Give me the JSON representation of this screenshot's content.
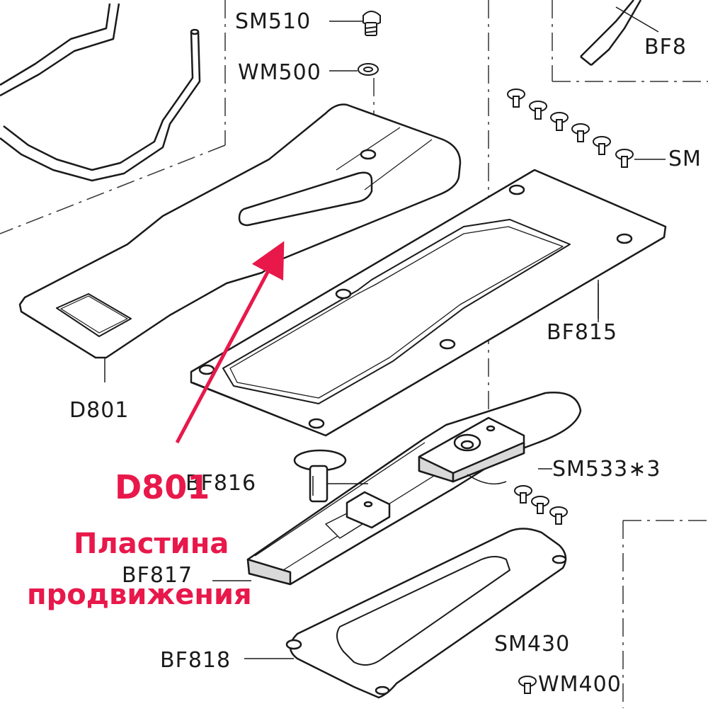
{
  "labels": {
    "sm510": "SM510",
    "wm500": "WM500",
    "bf8": "BF8",
    "sm": "SM",
    "bf815": "BF815",
    "d801": "D801",
    "bf816": "BF816",
    "sm533": "SM533∗3",
    "bf817": "BF817",
    "bf818": "BF818",
    "sm430": "SM430",
    "wm400": "WM400"
  },
  "annotation": {
    "code": "D801",
    "line1": "Пластина",
    "line2": "продвижения",
    "color": "#e8184a"
  },
  "colors": {
    "line": "#1a1a1a",
    "shade": "#d9d9d9",
    "accent": "#e8184a"
  }
}
